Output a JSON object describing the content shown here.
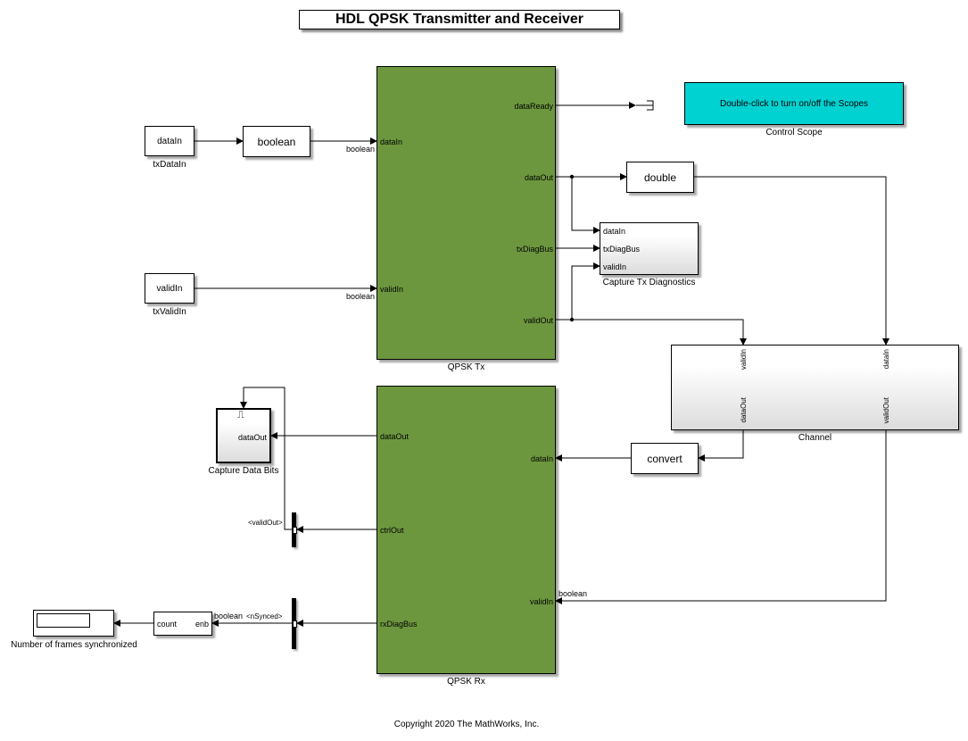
{
  "title": "HDL QPSK Transmitter and Receiver",
  "copyright": "Copyright 2020 The MathWorks, Inc.",
  "colors": {
    "subsystem_fill": "#6d973f",
    "control_scope_fill": "#00d2d2"
  },
  "blocks": {
    "tx_data_in": {
      "text": "dataIn",
      "caption": "txDataIn"
    },
    "tx_valid_in": {
      "text": "validIn",
      "caption": "txValidIn"
    },
    "boolean_convert": {
      "text": "boolean"
    },
    "double_convert": {
      "text": "double"
    },
    "convert": {
      "text": "convert"
    },
    "qpsk_tx": {
      "caption": "QPSK Tx",
      "inports": [
        "dataIn",
        "validIn"
      ],
      "outports": [
        "dataReady",
        "dataOut",
        "txDiagBus",
        "validOut"
      ]
    },
    "qpsk_rx": {
      "caption": "QPSK Rx",
      "inports": [
        "dataIn",
        "validIn"
      ],
      "outports": [
        "dataOut",
        "ctrlOut",
        "rxDiagBus"
      ]
    },
    "control_scope": {
      "text": "Double-click to turn on/off the Scopes",
      "caption": "Control Scope"
    },
    "capture_tx_diag": {
      "caption": "Capture Tx Diagnostics",
      "inports": [
        "dataIn",
        "txDiagBus",
        "validIn"
      ]
    },
    "channel": {
      "caption": "Channel",
      "inports": [
        "validIn",
        "dataIn"
      ],
      "outports": [
        "dataOut",
        "validOut"
      ]
    },
    "capture_data_bits": {
      "caption": "Capture Data Bits",
      "inport": "dataOut",
      "trigger_symbol": "⎍"
    },
    "counter": {
      "port_out": "count",
      "port_in": "enb"
    },
    "display": {
      "caption": "Number of frames synchronized",
      "value": ""
    }
  },
  "signals": {
    "tx_data_type": "boolean",
    "tx_valid_type": "boolean",
    "rx_valid_type": "boolean",
    "counter_enb_type": "boolean",
    "selector_valid": "<validOut>",
    "selector_nsynced": "<nSynced>"
  }
}
